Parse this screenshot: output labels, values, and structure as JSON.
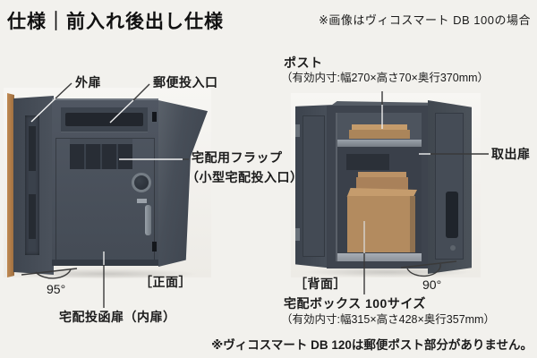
{
  "page": {
    "title": "仕様｜前入れ後出し仕様",
    "top_note": "※画像はヴィコスマート DB 100の場合",
    "bottom_note": "※ヴィコスマート DB 120は郵便ポスト部分がありません。",
    "colors": {
      "background": "#f2f1ed",
      "ink": "#1b1b1b",
      "cabinet_steel": "#4a515b",
      "cabinet_dark": "#343a43",
      "wood_edge": "#b07a49",
      "cardboard": "#b28a5e",
      "shelf_gray": "#9aa1a9"
    }
  },
  "front_figure": {
    "caption": "［正面］",
    "door_open_angle": "95°",
    "labels": {
      "outer_door": "外扉",
      "mail_slot": "郵便投入口",
      "flap_line1": "宅配用フラップ",
      "flap_line2": "（小型宅配投入口）",
      "inner_door": "宅配投函扉（内扉）"
    }
  },
  "rear_figure": {
    "caption": "［背面］",
    "door_open_angle": "90°",
    "labels": {
      "post": "ポスト",
      "post_dims": "（有効内寸:幅270×高さ70×奥行370mm）",
      "pickup_door": "取出扉",
      "box_size": "宅配ボックス 100サイズ",
      "box_dims": "（有効内寸:幅315×高さ428×奥行357mm）"
    }
  }
}
